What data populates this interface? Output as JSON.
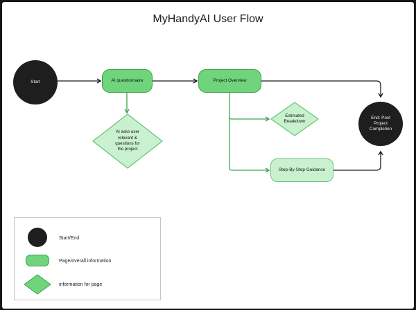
{
  "diagram": {
    "title": "MyHandyAI User Flow",
    "nodes": {
      "start": "Start",
      "ai_questionnaire": "AI questionnaire",
      "project_overview": "Project Overview",
      "ai_asks": "AI asks user relevant & questions for the project",
      "estimated_breakdown": "Estimated Breakdown",
      "step_by_step": "Step-By-Step Guidance",
      "end": "End: Post Project Completion"
    },
    "edges": [
      [
        "start",
        "ai_questionnaire"
      ],
      [
        "ai_questionnaire",
        "project_overview"
      ],
      [
        "ai_questionnaire",
        "ai_asks"
      ],
      [
        "project_overview",
        "end"
      ],
      [
        "project_overview",
        "estimated_breakdown"
      ],
      [
        "project_overview",
        "step_by_step"
      ],
      [
        "step_by_step",
        "end"
      ]
    ],
    "colors": {
      "terminal": "#1e1e1e",
      "page": "#6fd47c",
      "page_border": "#3d9e4a",
      "info": "#c9f1cf",
      "info_border": "#66c873",
      "connector_green": "#3fa34d",
      "connector_dark": "#1b1b1b"
    }
  },
  "legend": {
    "items": [
      {
        "shape": "circle",
        "label": "Start/End"
      },
      {
        "shape": "pill",
        "label": "Page/overall information"
      },
      {
        "shape": "diamond",
        "label": "information for page"
      }
    ]
  }
}
